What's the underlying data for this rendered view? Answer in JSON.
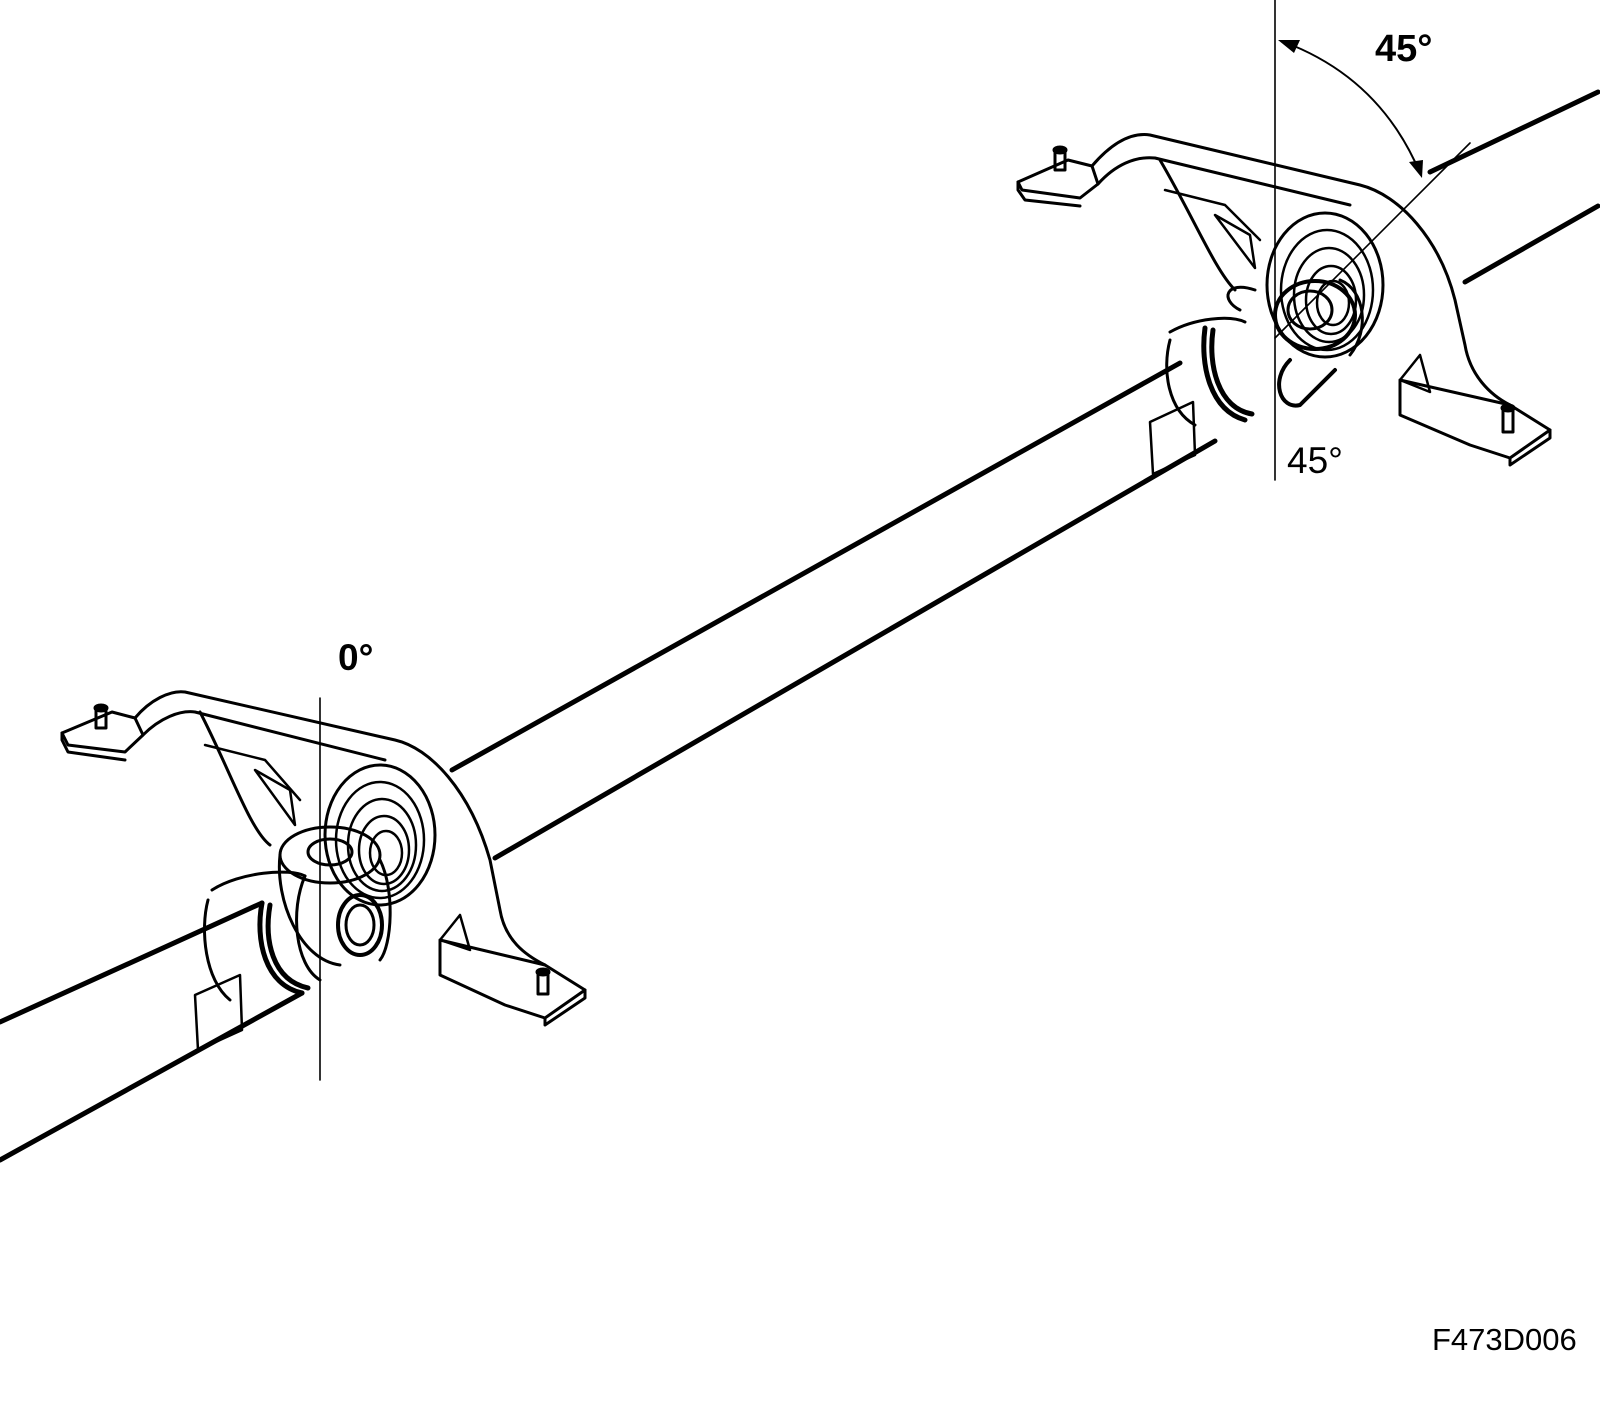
{
  "labels": {
    "top_angle": "45°",
    "right_angle": "45°",
    "left_angle": "0°",
    "figure_code": "F473D006"
  },
  "colors": {
    "line": "#000000",
    "background": "#ffffff"
  }
}
